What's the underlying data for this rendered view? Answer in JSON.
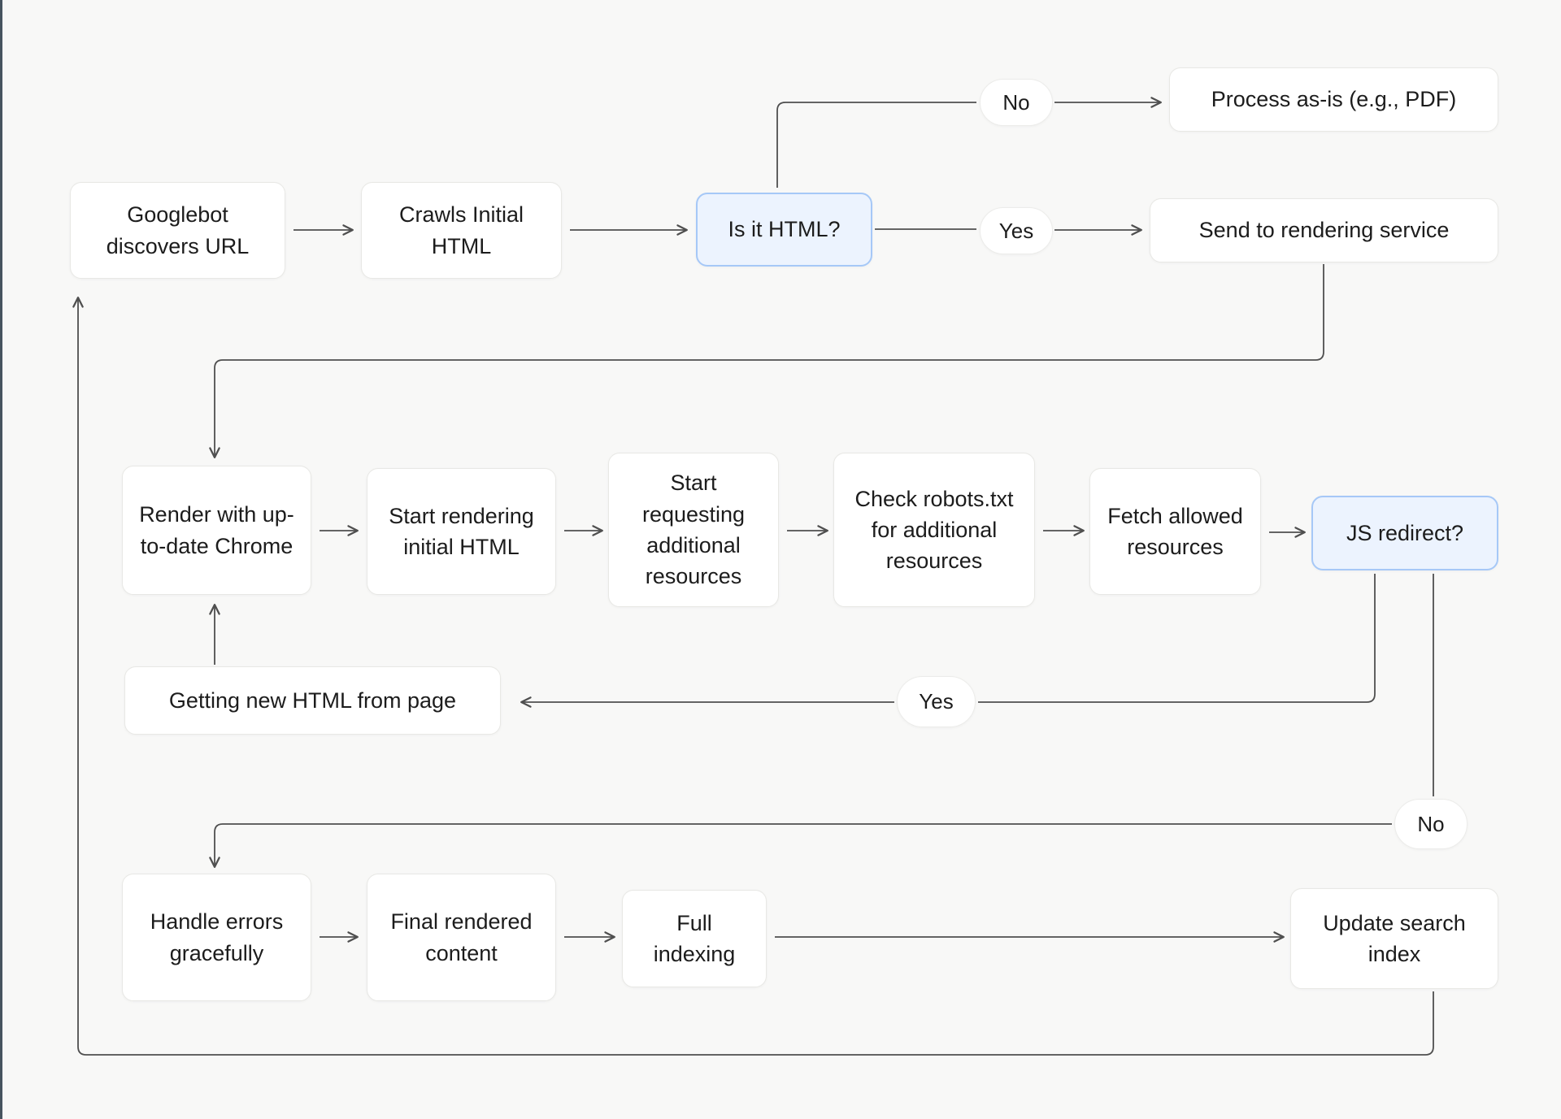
{
  "diagram": {
    "title": "Googlebot crawling and rendering flowchart",
    "colors": {
      "background": "#f8f8f7",
      "left_edge_bar": "#47545f",
      "node_bg": "#ffffff",
      "node_border": "#e8e8e5",
      "highlight_bg": "#ecf3fe",
      "highlight_border": "#a6c8f7",
      "edge_color": "#4f4f4f",
      "text": "#1c1c1c"
    }
  },
  "nodes": {
    "googlebot": {
      "label": "Googlebot discovers URL"
    },
    "crawls": {
      "label": "Crawls Initial HTML"
    },
    "is_html": {
      "label": "Is it HTML?"
    },
    "process_asis": {
      "label": "Process as-is (e.g., PDF)"
    },
    "send_rendering": {
      "label": "Send to rendering service"
    },
    "render_chrome": {
      "label": "Render with up-to-date Chrome"
    },
    "start_rendering": {
      "label": "Start rendering initial HTML"
    },
    "start_requesting": {
      "label": "Start requesting additional resources"
    },
    "check_robots": {
      "label": "Check robots.txt for additional resources"
    },
    "fetch_allowed": {
      "label": "Fetch allowed resources"
    },
    "js_redirect": {
      "label": "JS redirect?"
    },
    "getting_new_html": {
      "label": "Getting new HTML from page"
    },
    "handle_errors": {
      "label": "Handle errors gracefully"
    },
    "final_rendered": {
      "label": "Final rendered content"
    },
    "full_indexing": {
      "label": "Full indexing"
    },
    "update_index": {
      "label": "Update search index"
    }
  },
  "labels": {
    "no_top": "No",
    "yes_top": "Yes",
    "yes_loop": "Yes",
    "no_loop": "No"
  }
}
